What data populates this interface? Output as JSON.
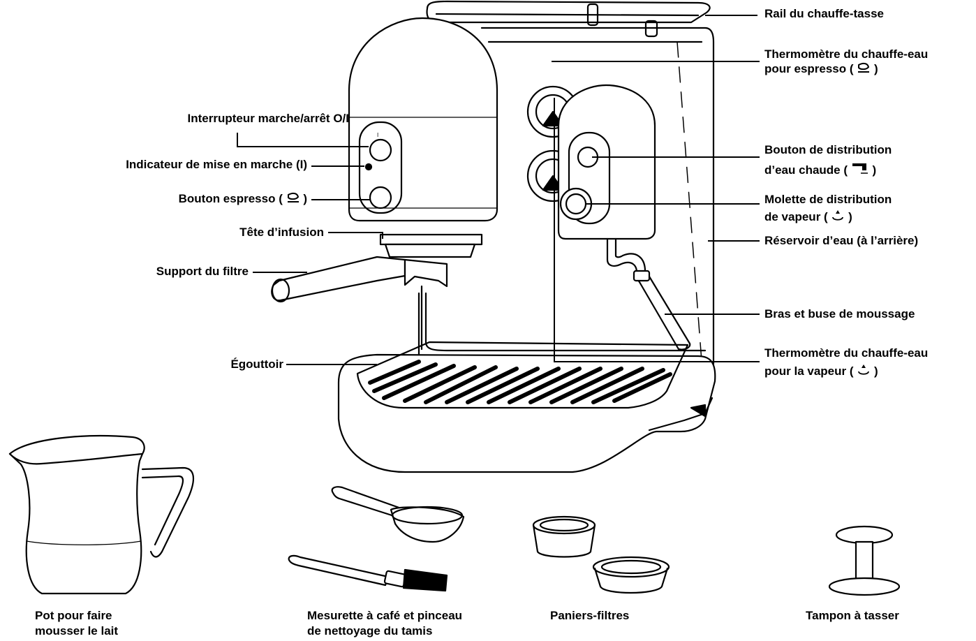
{
  "labels": {
    "rail": "Rail du chauffe-tasse",
    "thermo_espresso_1": "Thermomètre du chauffe-eau",
    "thermo_espresso_2": "pour espresso (",
    "thermo_espresso_close": ")",
    "power_switch": "Interrupteur marche/arrêt O/I",
    "power_indicator": "Indicateur de mise en marche (I)",
    "espresso_button": "Bouton espresso (",
    "espresso_button_close": ")",
    "hot_water_1": "Bouton de distribution",
    "hot_water_2": "d’eau chaude (",
    "hot_water_close": ")",
    "steam_knob_1": "Molette de distribution",
    "steam_knob_2": "de vapeur (",
    "steam_knob_close": ")",
    "brew_head": "Tête d’infusion",
    "reservoir": "Réservoir d’eau (à l’arrière)",
    "portafilter": "Support du filtre",
    "frothing_arm": "Bras et buse de moussage",
    "thermo_steam_1": "Thermomètre du chauffe-eau",
    "thermo_steam_2": "pour la vapeur (",
    "thermo_steam_close": ")",
    "drip_tray": "Égouttoir",
    "pitcher_1": "Pot pour faire",
    "pitcher_2": "mousser le lait",
    "scoop_brush_1": "Mesurette à café et pinceau",
    "scoop_brush_2": "de nettoyage du tamis",
    "filter_baskets": "Paniers-filtres",
    "tamper": "Tampon à tasser"
  },
  "icons": [
    "espresso-cup-icon",
    "hot-water-spout-icon",
    "steam-cloud-icon"
  ]
}
